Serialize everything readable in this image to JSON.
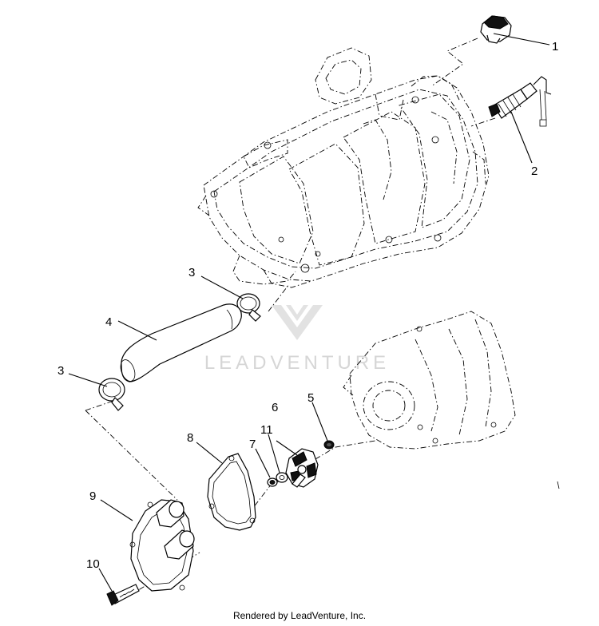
{
  "diagram": {
    "callouts": [
      {
        "id": "c1",
        "label": "1"
      },
      {
        "id": "c2",
        "label": "2"
      },
      {
        "id": "c3a",
        "label": "3"
      },
      {
        "id": "c3b",
        "label": "3"
      },
      {
        "id": "c4",
        "label": "4"
      },
      {
        "id": "c5",
        "label": "5"
      },
      {
        "id": "c6",
        "label": "6"
      },
      {
        "id": "c7",
        "label": "7"
      },
      {
        "id": "c8",
        "label": "8"
      },
      {
        "id": "c9",
        "label": "9"
      },
      {
        "id": "c10",
        "label": "10"
      },
      {
        "id": "c11",
        "label": "11"
      }
    ]
  },
  "watermark": {
    "text": "LEADVENTURE"
  },
  "footer": {
    "text": "Rendered by LeadVenture, Inc."
  }
}
